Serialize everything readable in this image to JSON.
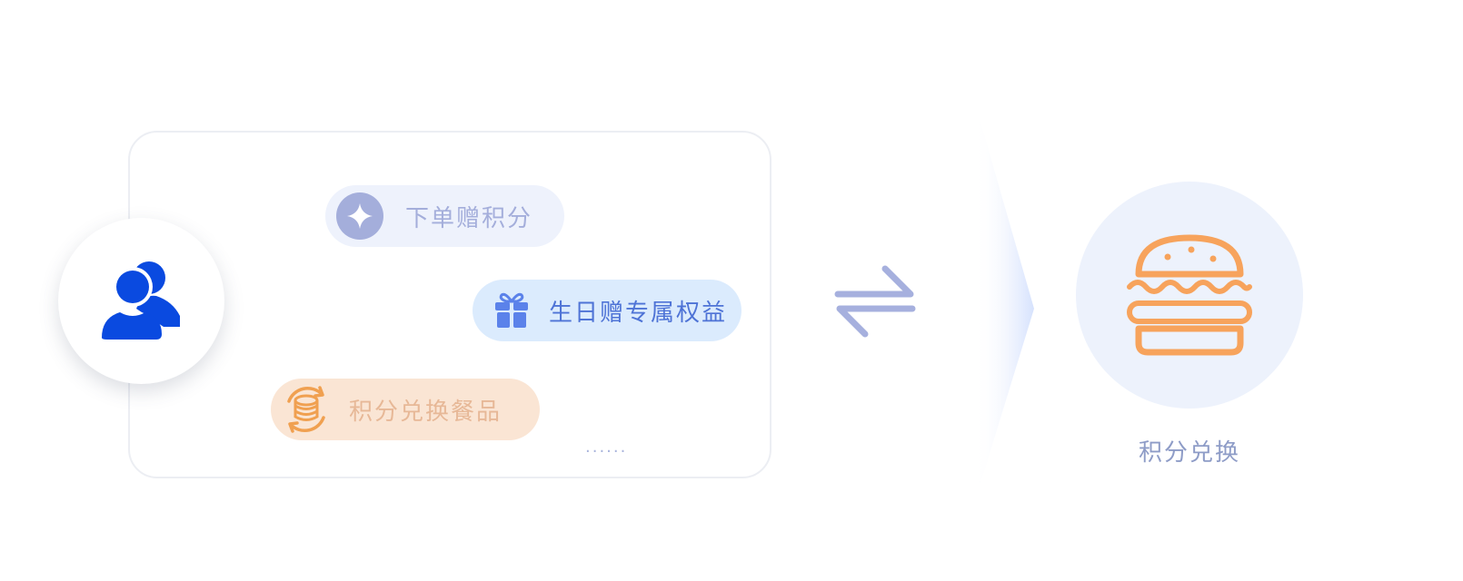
{
  "colors": {
    "user_blue": "#0a4ae0",
    "card_border": "#eceef3",
    "pill_points_bg": "#eef2fc",
    "pill_points_text": "#a4aedb",
    "pill_birthday_bg": "#dbebfd",
    "pill_birthday_text": "#4e73d6",
    "pill_exchange_bg": "#fae5d4",
    "pill_exchange_text": "#e7b897",
    "arrow_color": "#a6b0de",
    "burger_orange": "#f7a35c",
    "circle_bg": "#edf2fc",
    "caption_text": "#8e9cc7"
  },
  "user": {
    "icon": "users-icon"
  },
  "benefits": [
    {
      "label": "下单赠积分",
      "icon": "diamond-coin-icon"
    },
    {
      "label": "生日赠专属权益",
      "icon": "gift-icon"
    },
    {
      "label": "积分兑换餐品",
      "icon": "coin-exchange-icon"
    }
  ],
  "more_indicator": "......",
  "exchange": {
    "icon": "exchange-arrows-icon"
  },
  "reward": {
    "icon": "burger-icon",
    "caption": "积分兑换"
  }
}
